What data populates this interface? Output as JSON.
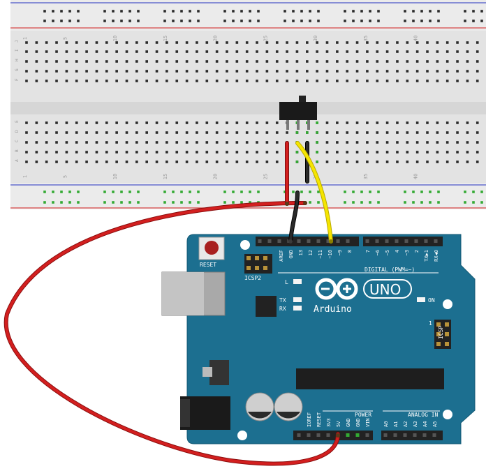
{
  "breadboard": {
    "column_numbers": [
      "1",
      "5",
      "10",
      "15",
      "20",
      "25",
      "30",
      "35",
      "40"
    ],
    "row_letters_top": [
      "J",
      "I",
      "H",
      "G",
      "F"
    ],
    "row_letters_bottom": [
      "E",
      "D",
      "C",
      "B",
      "A"
    ]
  },
  "arduino": {
    "brand": "Arduino",
    "model": "UNO",
    "reset_label": "RESET",
    "icsp2_label": "ICSP2",
    "icsp_label": "ICSP",
    "icsp_pin1": "1",
    "led_l": "L",
    "led_tx": "TX",
    "led_rx": "RX",
    "led_on": "ON",
    "digital_title": "DIGITAL (PWM=~)",
    "digital_pins": [
      "AREF",
      "GND",
      "13",
      "12",
      "~11",
      "~10",
      "~9",
      "8",
      "7",
      "~6",
      "~5",
      "4",
      "~3",
      "2",
      "TX▶1",
      "RX◀0"
    ],
    "power_title": "POWER",
    "power_pins": [
      "IOREF",
      "RESET",
      "3V3",
      "5V",
      "GND",
      "GND",
      "VIN"
    ],
    "analog_title": "ANALOG IN",
    "analog_pins": [
      "A0",
      "A1",
      "A2",
      "A3",
      "A4",
      "A5"
    ]
  },
  "wires": [
    {
      "color": "#cc1818",
      "from": "5V",
      "to": "breadboard power rail (+)"
    },
    {
      "color": "#111111",
      "from": "GND",
      "to": "switch terminal"
    },
    {
      "color": "#f5e500",
      "from": "~10",
      "to": "switch terminal"
    }
  ],
  "colors": {
    "board": "#1c6f90",
    "breadboard": "#e6e6e6",
    "rail_red": "#d64545",
    "rail_blue": "#4a55c8",
    "active_hole": "#33aa33"
  }
}
